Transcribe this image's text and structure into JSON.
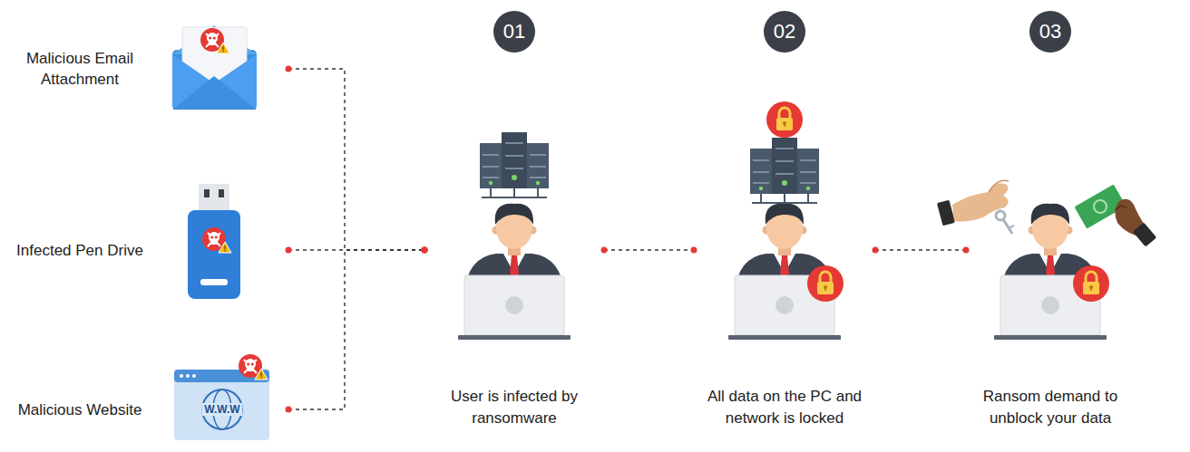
{
  "diagram": {
    "nodes": [
      {
        "text": [
          "Malicious Email Attachment"
        ]
      },
      {
        "text": [
          "Infected Pen Drive"
        ]
      },
      {
        "text": [
          "Malicious Website"
        ]
      },
      {
        "text": [
          "01",
          "User is infected by ransomware"
        ]
      },
      {
        "text": [
          "02",
          "All data on the PC and network is locked"
        ]
      },
      {
        "text": [
          "03",
          "Ransom demand to unblock your data"
        ]
      }
    ],
    "edges": [
      {
        "from": 0,
        "to": 3,
        "arrow": "none"
      },
      {
        "from": 1,
        "to": 3,
        "arrow": "none"
      },
      {
        "from": 2,
        "to": 3,
        "arrow": "none"
      },
      {
        "from": 3,
        "to": 4,
        "arrow": "none"
      },
      {
        "from": 4,
        "to": 5,
        "arrow": "none"
      }
    ],
    "labels": [
      "W.W.W"
    ]
  }
}
